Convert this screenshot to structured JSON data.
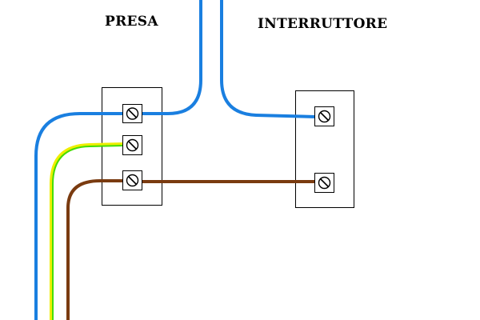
{
  "labels": {
    "socket": "PRESA",
    "switch": "INTERRUTTORE"
  },
  "colors": {
    "background": "#ffffff",
    "outline": "#000000",
    "wire_blue": "#1a7fe0",
    "wire_brown": "#7a3b10",
    "wire_green": "#44dd00",
    "wire_yellow": "#eeee00"
  },
  "wires": [
    {
      "name": "phase-in-blue",
      "color": "wire_blue"
    },
    {
      "name": "phase-to-switch-blue",
      "color": "wire_blue"
    },
    {
      "name": "neutral-blue",
      "color": "wire_blue"
    },
    {
      "name": "earth-yellow-green",
      "color": "wire_green"
    },
    {
      "name": "return-brown",
      "color": "wire_brown"
    },
    {
      "name": "socket-to-switch-brown",
      "color": "wire_brown"
    }
  ],
  "icons": [
    "terminal-screw-icon"
  ]
}
